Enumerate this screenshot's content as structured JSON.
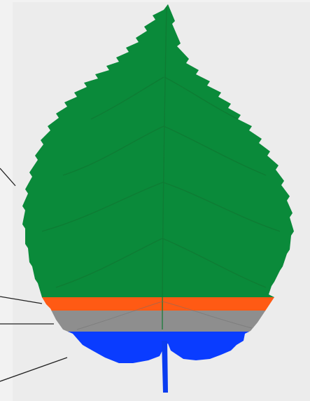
{
  "image": {
    "subject": "leaf",
    "colors": {
      "background": "#f2f2f2",
      "panel": "#ececec",
      "blade": "#0a8a3a",
      "vein": "#0f7a33",
      "band_orange": "#ff5a14",
      "band_gray": "#8e8e8e",
      "base_blue": "#0a3cff",
      "petiole": "#0a3cf0",
      "leader_line": "#222222"
    },
    "regions": [
      {
        "name": "leaf-blade",
        "color_key": "blade"
      },
      {
        "name": "orange-band",
        "color_key": "band_orange"
      },
      {
        "name": "gray-band",
        "color_key": "band_gray"
      },
      {
        "name": "blue-base",
        "color_key": "base_blue"
      },
      {
        "name": "petiole",
        "color_key": "petiole"
      }
    ],
    "leader_lines": 4
  }
}
